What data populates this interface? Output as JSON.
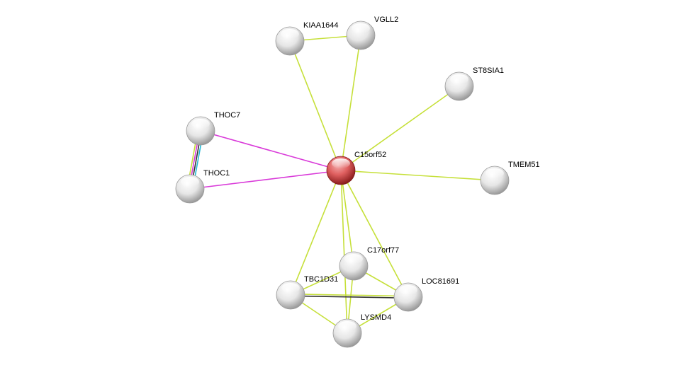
{
  "network": {
    "center": "C15orf52",
    "nodes": [
      {
        "id": "C15orf52",
        "label": "C15orf52",
        "query": true
      },
      {
        "id": "KIAA1644",
        "label": "KIAA1644"
      },
      {
        "id": "VGLL2",
        "label": "VGLL2"
      },
      {
        "id": "ST8SIA1",
        "label": "ST8SIA1"
      },
      {
        "id": "THOC7",
        "label": "THOC7"
      },
      {
        "id": "THOC1",
        "label": "THOC1"
      },
      {
        "id": "TMEM51",
        "label": "TMEM51"
      },
      {
        "id": "C17orf77",
        "label": "C17orf77"
      },
      {
        "id": "TBC1D31",
        "label": "TBC1D31"
      },
      {
        "id": "LOC81691",
        "label": "LOC81691"
      },
      {
        "id": "LYSMD4",
        "label": "LYSMD4"
      }
    ],
    "edge_colors": {
      "textmining": "#c6e03a",
      "experiments": "#d93ad9",
      "database": "#22b9d6",
      "coexpression": "#333333"
    },
    "edges": [
      {
        "a": "C15orf52",
        "b": "KIAA1644",
        "types": [
          "textmining"
        ]
      },
      {
        "a": "C15orf52",
        "b": "VGLL2",
        "types": [
          "textmining"
        ]
      },
      {
        "a": "C15orf52",
        "b": "ST8SIA1",
        "types": [
          "textmining"
        ]
      },
      {
        "a": "C15orf52",
        "b": "TMEM51",
        "types": [
          "textmining"
        ]
      },
      {
        "a": "C15orf52",
        "b": "THOC7",
        "types": [
          "experiments"
        ]
      },
      {
        "a": "C15orf52",
        "b": "THOC1",
        "types": [
          "experiments"
        ]
      },
      {
        "a": "C15orf52",
        "b": "C17orf77",
        "types": [
          "textmining"
        ]
      },
      {
        "a": "C15orf52",
        "b": "TBC1D31",
        "types": [
          "textmining"
        ]
      },
      {
        "a": "C15orf52",
        "b": "LOC81691",
        "types": [
          "textmining"
        ]
      },
      {
        "a": "C15orf52",
        "b": "LYSMD4",
        "types": [
          "textmining"
        ]
      },
      {
        "a": "KIAA1644",
        "b": "VGLL2",
        "types": [
          "textmining"
        ]
      },
      {
        "a": "THOC7",
        "b": "THOC1",
        "types": [
          "database",
          "coexpression",
          "experiments",
          "textmining"
        ]
      },
      {
        "a": "C17orf77",
        "b": "TBC1D31",
        "types": [
          "textmining"
        ]
      },
      {
        "a": "C17orf77",
        "b": "LOC81691",
        "types": [
          "textmining"
        ]
      },
      {
        "a": "C17orf77",
        "b": "LYSMD4",
        "types": [
          "textmining"
        ]
      },
      {
        "a": "TBC1D31",
        "b": "LOC81691",
        "types": [
          "textmining",
          "coexpression"
        ]
      },
      {
        "a": "TBC1D31",
        "b": "LYSMD4",
        "types": [
          "textmining"
        ]
      },
      {
        "a": "LOC81691",
        "b": "LYSMD4",
        "types": [
          "textmining"
        ]
      }
    ]
  }
}
